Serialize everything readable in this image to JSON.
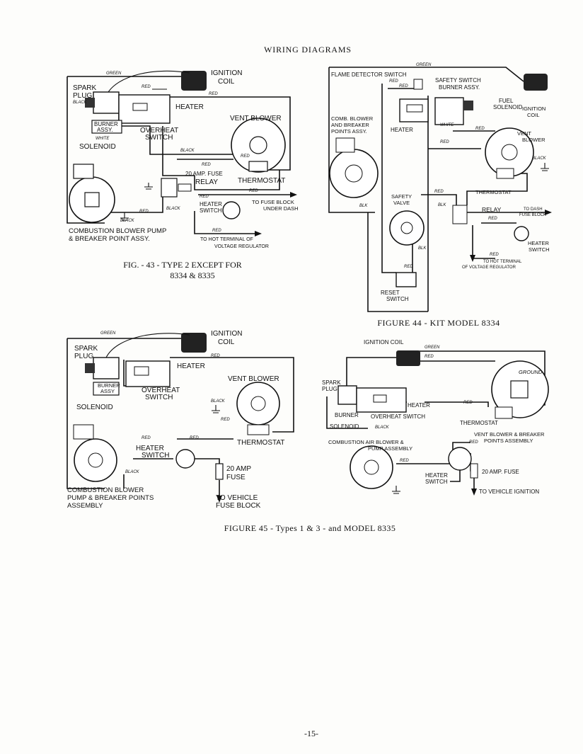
{
  "page": {
    "title": "WIRING DIAGRAMS",
    "page_number": "-15-"
  },
  "fig43": {
    "caption_line1": "FIG. - 43 - TYPE  2 EXCEPT FOR",
    "caption_line2": "8334  &  8335",
    "labels": {
      "green": "GREEN",
      "ignition": "IGNITION",
      "coil": "COIL",
      "spark": "SPARK",
      "plug": "PLUG",
      "red1": "RED",
      "red2": "RED",
      "black1": "BLACK",
      "heater": "HEATER",
      "burner": "BURNER",
      "assy": "ASSY.",
      "white": "WHITE",
      "solenoid": "SOLENOID",
      "overheat": "OVERHEAT",
      "switch": "SWITCH",
      "vent_blower": "VENT BLOWER",
      "black2": "BLACK",
      "red3": "RED",
      "red4": "RED",
      "fuse": "20 AMP. FUSE",
      "relay": "RELAY",
      "thermostat": "THERMOSTAT",
      "red5": "RED",
      "red6": "RED",
      "heater_switch1": "HEATER",
      "heater_switch2": "SWITCH",
      "fuse_block1": "TO FUSE BLOCK",
      "fuse_block2": "UNDER DASH",
      "black3": "BLACK",
      "red7": "RED",
      "black4": "BLACK",
      "combustion1": "COMBUSTION BLOWER PUMP",
      "combustion2": "& BREAKER POINT ASSY.",
      "red8": "RED",
      "hot_terminal1": "TO HOT TERMINAL OF",
      "hot_terminal2": "VOLTAGE REGULATOR"
    }
  },
  "fig44": {
    "caption": "FIGURE 44 - KIT MODEL 8334",
    "labels": {
      "green": "GREEN",
      "flame_detector": "FLAME DETECTOR SWITCH",
      "red1": "RED",
      "red2": "RED",
      "safety_switch1": "SAFETY SWITCH",
      "safety_switch2": "BURNER ASSY.",
      "fuel_solenoid1": "FUEL",
      "fuel_solenoid2": "SOLENOID",
      "ignition_coil1": "IGNITION",
      "ignition_coil2": "COIL",
      "comb1": "COMB. BLOWER",
      "comb2": "AND BREAKER",
      "comb3": "POINTS ASSY.",
      "heater": "HEATER",
      "white": "WHITE",
      "red3": "RED",
      "red4": "RED",
      "vent1": "VENT",
      "vent2": "BLOWER",
      "black1": "BLACK",
      "thermostat": "THERMOSTAT",
      "safety_valve1": "SAFETY",
      "safety_valve2": "VALVE",
      "red5": "RED",
      "blk1": "BLK",
      "blk2": "BLK",
      "relay": "RELAY",
      "dash1": "TO DASH",
      "dash2": "FUSE BLOCK",
      "red6": "RED",
      "blk3": "BLK",
      "heater_switch1": "HEATER",
      "heater_switch2": "SWITCH",
      "red7": "RED",
      "red8": "RED",
      "hot1": "TO HOT TERMINAL",
      "hot2": "OF VOLTAGE REGULATOR",
      "reset1": "RESET",
      "reset2": "SWITCH"
    }
  },
  "fig45": {
    "caption": "FIGURE 45 - Types 1 & 3 - and MODEL 8335",
    "left": {
      "green": "GREEN",
      "ignition": "IGNITION",
      "coil": "COIL",
      "spark": "SPARK",
      "plug": "PLUG",
      "red1": "RED",
      "heater": "HEATER",
      "burner": "BURNER",
      "assy": "ASSY",
      "overheat": "OVERHEAT",
      "switch": "SWITCH",
      "vent_blower": "VENT BLOWER",
      "black1": "BLACK",
      "red2": "RED",
      "solenoid": "SOLENOID",
      "red3": "RED",
      "red4": "RED",
      "thermostat": "THERMOSTAT",
      "heater_switch1": "HEATER",
      "heater_switch2": "SWITCH",
      "black2": "BLACK",
      "fuse1": "20 AMP",
      "fuse2": "FUSE",
      "combustion1": "COMBUSTION BLOWER",
      "combustion2": "PUMP & BREAKER POINTS",
      "combustion3": "ASSEMBLY",
      "vehicle1": "TO VEHICLE",
      "vehicle2": "FUSE BLOCK"
    },
    "right": {
      "ignition_coil": "IGNITION COIL",
      "green": "GREEN",
      "red1": "RED",
      "spark1": "SPARK",
      "spark2": "PLUG",
      "ground": "GROUND",
      "heater": "HEATER",
      "burner": "BURNER",
      "overheat": "OVERHEAT SWITCH",
      "solenoid": "SOLENOID",
      "black": "BLACK",
      "red2": "RED",
      "thermostat": "THERMOSTAT",
      "vent1": "VENT BLOWER & BREAKER",
      "vent2": "POINTS ASSEMBLY",
      "red3": "RED",
      "comb1": "COMBUSTION AIR BLOWER &",
      "comb2": "PUMP ASSEMBLY",
      "red4": "RED",
      "heater_switch1": "HEATER",
      "heater_switch2": "SWITCH",
      "fuse": "20 AMP. FUSE",
      "ignition": "TO VEHICLE IGNITION"
    }
  }
}
